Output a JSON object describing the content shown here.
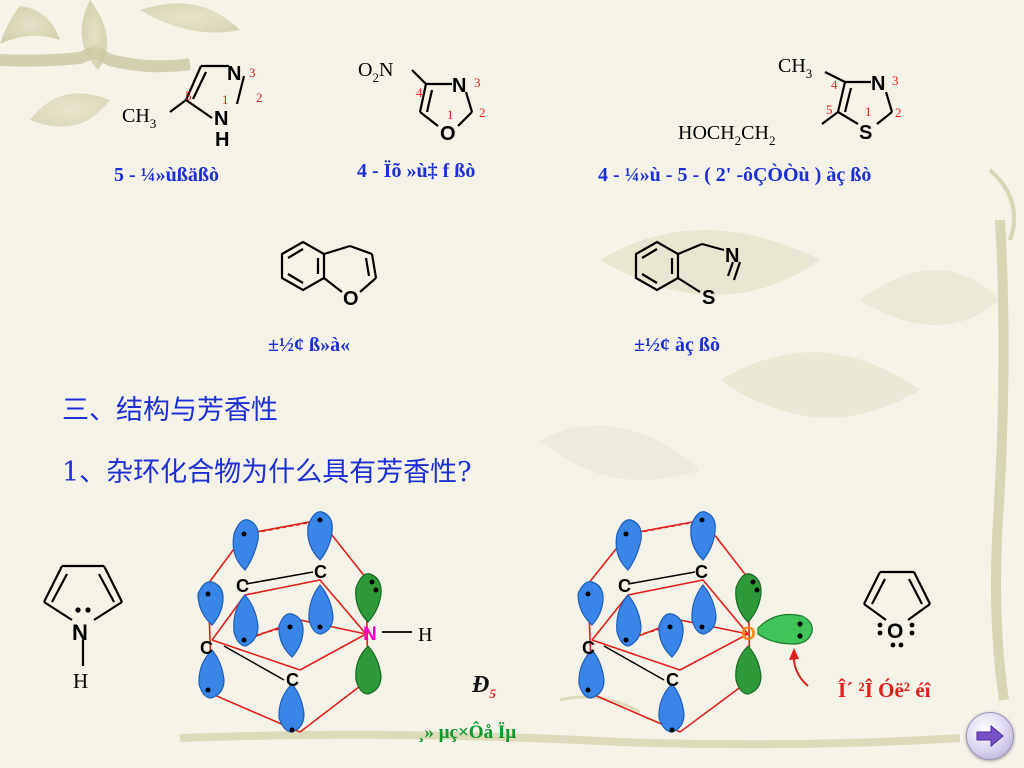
{
  "molecules": {
    "m1": {
      "ring_atom": "N",
      "nh_n": "N",
      "nh_h": "H",
      "substituent": "CH",
      "sub_sub": "3",
      "num_1": "1",
      "num_2": "2",
      "num_3": "3",
      "num_5": "5"
    },
    "m2": {
      "substituent_o": "O",
      "substituent_sub": "2",
      "substituent_n": "N",
      "ring_n": "N",
      "ring_o": "O",
      "num_1": "1",
      "num_2": "2",
      "num_3": "3",
      "num_4": "4"
    },
    "m3": {
      "methyl": "CH",
      "methyl_sub": "3",
      "ring_n": "N",
      "ring_s": "S",
      "chain_a": "HOCH",
      "chain_sub1": "2",
      "chain_b": "CH",
      "chain_sub2": "2",
      "num_1": "1",
      "num_2": "2",
      "num_3": "3",
      "num_4": "4",
      "num_5": "5"
    },
    "benzofuran": {
      "o": "O"
    },
    "benzothiazole": {
      "n": "N",
      "s": "S"
    }
  },
  "captions": {
    "m1": "5 - ¼»ùßäßò",
    "m2": "4 - Ïõ »ù‡ f ßò",
    "m3": "4 - ¼»ù - 5 - ( 2' -ôÇÒÒù ) àç ßò",
    "benzofuran": "±½¢ ß»à«",
    "benzothiazole": "±½¢ àç ßò"
  },
  "headings": {
    "section": "三、结构与芳香性",
    "question": "1、杂环化合物为什么具有芳香性?"
  },
  "orbitals": {
    "pyrrole": {
      "c_labels": [
        "C",
        "C",
        "C",
        "C"
      ],
      "n": "N",
      "h": "H"
    },
    "furan": {
      "c_labels": [
        "C",
        "C",
        "C",
        "C"
      ],
      "o": "O"
    }
  },
  "pyrrole_small": {
    "n": "N",
    "h": "H"
  },
  "furan_small": {
    "o": "O"
  },
  "notes": {
    "p5": "Ð",
    "p5_sub": "5",
    "green": "¸» µç×Ôå Ïµ",
    "red": "Î´ ²Î Óë² éî"
  },
  "colors": {
    "caption_blue": "#1d2fd6",
    "number_red": "#e0201a",
    "orbital_blue": "#3a86e8",
    "orbital_green": "#2e9a3a",
    "bond_red": "#e0201a",
    "n_magenta": "#ff00cc",
    "o_orange": "#ff8a1e",
    "lone_pair_green": "#3fc45a"
  },
  "nav": {
    "icon": "next-arrow-icon"
  }
}
